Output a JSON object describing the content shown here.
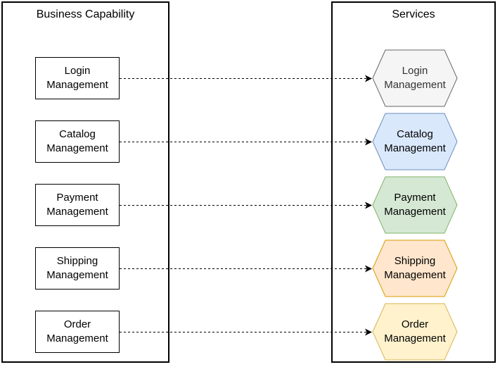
{
  "left_panel": {
    "title": "Business Capability",
    "items": [
      {
        "label": "Login Management"
      },
      {
        "label": "Catalog Management"
      },
      {
        "label": "Payment Management"
      },
      {
        "label": "Shipping Management"
      },
      {
        "label": "Order Management"
      }
    ]
  },
  "services_panel": {
    "title": "Services",
    "items": [
      {
        "label": "Login Management",
        "fill": "#f5f5f5",
        "stroke": "#666666",
        "text_color": "#333333"
      },
      {
        "label": "Catalog Management",
        "fill": "#dae8fc",
        "stroke": "#6c8ebf",
        "text_color": "#000000"
      },
      {
        "label": "Payment Management",
        "fill": "#d5e8d4",
        "stroke": "#82b366",
        "text_color": "#000000"
      },
      {
        "label": "Shipping Management",
        "fill": "#ffe6cc",
        "stroke": "#d79b00",
        "text_color": "#000000"
      },
      {
        "label": "Order Management",
        "fill": "#fff2cc",
        "stroke": "#d6b656",
        "text_color": "#000000"
      }
    ]
  },
  "arrows": {
    "color": "#000000",
    "style": "dashed"
  }
}
